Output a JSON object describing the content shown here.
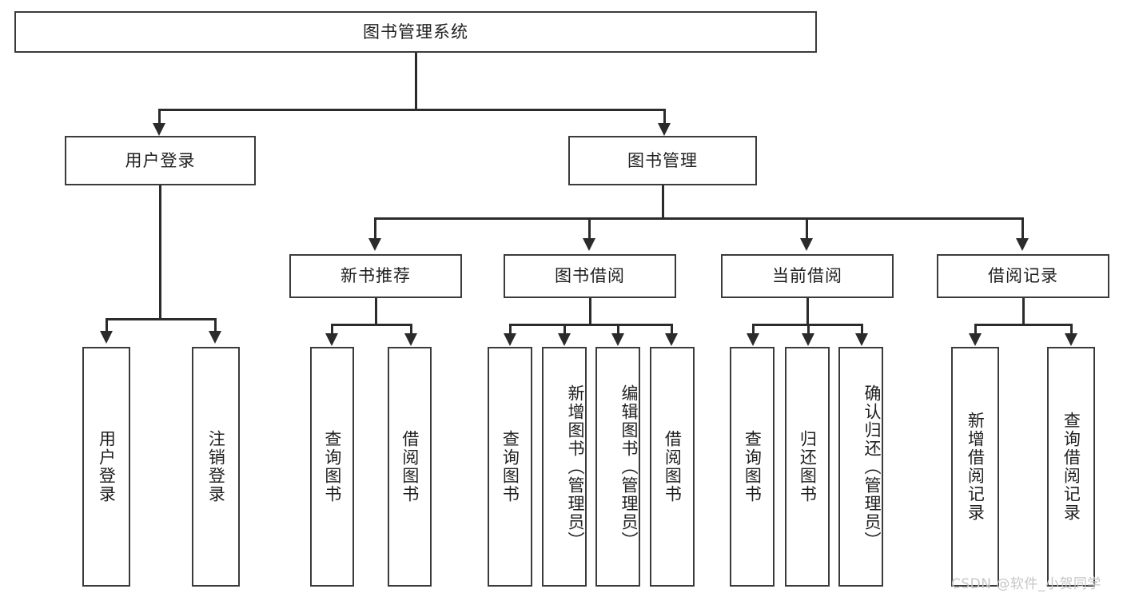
{
  "diagram": {
    "type": "tree-hierarchy-chart",
    "title": "图书管理系统",
    "watermark": "CSDN @软件_小贺同学",
    "colors": {
      "box_border": "#3b3b3b",
      "connector": "#2b2b2b",
      "background": "#ffffff",
      "text": "#1f1f1f",
      "watermark": "#c6c6c6"
    },
    "root": {
      "label": "图书管理系统",
      "orientation": "horizontal"
    },
    "level2": [
      {
        "label": "用户登录",
        "orientation": "horizontal"
      },
      {
        "label": "图书管理",
        "orientation": "horizontal"
      }
    ],
    "level3": [
      {
        "label": "新书推荐",
        "orientation": "horizontal",
        "parent": "图书管理"
      },
      {
        "label": "图书借阅",
        "orientation": "horizontal",
        "parent": "图书管理"
      },
      {
        "label": "当前借阅",
        "orientation": "horizontal",
        "parent": "图书管理"
      },
      {
        "label": "借阅记录",
        "orientation": "horizontal",
        "parent": "图书管理"
      }
    ],
    "leaves": {
      "user_login": [
        {
          "label": "用户登录",
          "orientation": "vertical"
        },
        {
          "label": "注销登录",
          "orientation": "vertical"
        }
      ],
      "new_book_recommend": [
        {
          "label": "查询图书",
          "orientation": "vertical"
        },
        {
          "label": "借阅图书",
          "orientation": "vertical"
        }
      ],
      "book_borrow": [
        {
          "label": "查询图书",
          "orientation": "vertical"
        },
        {
          "label": "新增图书（管理员）",
          "orientation": "vertical"
        },
        {
          "label": "编辑图书（管理员）",
          "orientation": "vertical"
        },
        {
          "label": "借阅图书",
          "orientation": "vertical"
        }
      ],
      "current_borrow": [
        {
          "label": "查询图书",
          "orientation": "vertical"
        },
        {
          "label": "归还图书",
          "orientation": "vertical"
        },
        {
          "label": "确认归还（管理员）",
          "orientation": "vertical"
        }
      ],
      "borrow_record": [
        {
          "label": "新增借阅记录",
          "orientation": "vertical"
        },
        {
          "label": "查询借阅记录",
          "orientation": "vertical"
        }
      ]
    }
  }
}
